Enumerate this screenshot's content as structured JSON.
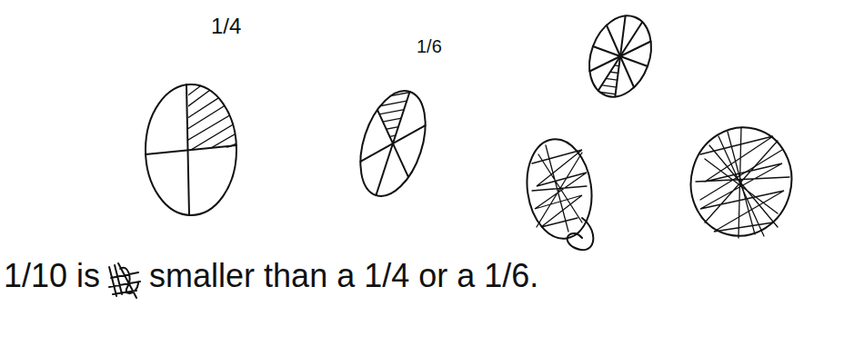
{
  "diagram": {
    "labels": [
      "1/4",
      "1/6",
      "1/10 is",
      "smaller than a 1/4 or a 1/6."
    ]
  }
}
